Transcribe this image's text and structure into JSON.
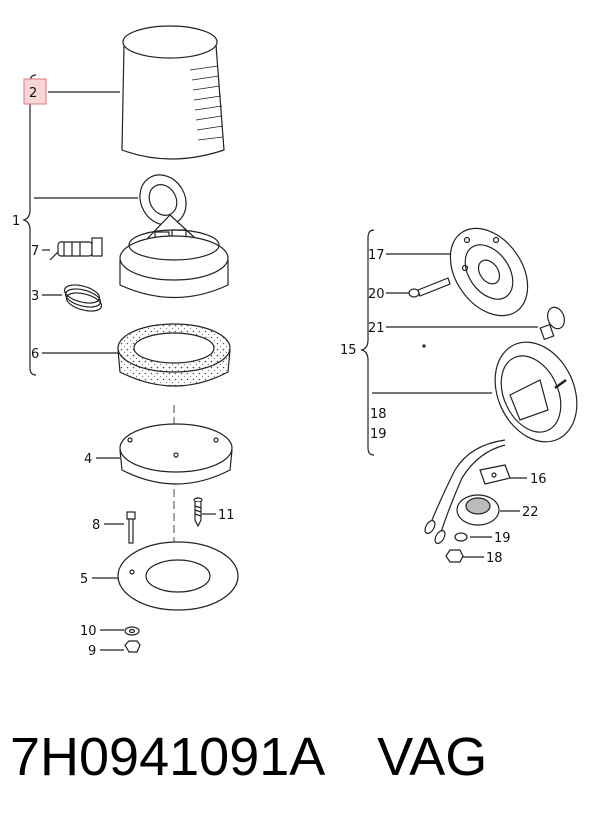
{
  "diagram": {
    "callouts": {
      "c1": "1",
      "c2": "2",
      "c3": "3",
      "c4": "4",
      "c5": "5",
      "c6": "6",
      "c7": "7",
      "c8": "8",
      "c9": "9",
      "c10": "10",
      "c11": "11",
      "c15": "15",
      "c16": "16",
      "c17": "17",
      "c18a": "18",
      "c18b": "18",
      "c19a": "19",
      "c19b": "19",
      "c20": "20",
      "c21": "21",
      "c22": "22"
    },
    "colors": {
      "ink": "#222222",
      "highlight_fill": "#f9d6d6",
      "highlight_stroke": "#e07a7a"
    }
  },
  "caption": {
    "part_number": "7H0941091A",
    "brand": "VAG"
  }
}
